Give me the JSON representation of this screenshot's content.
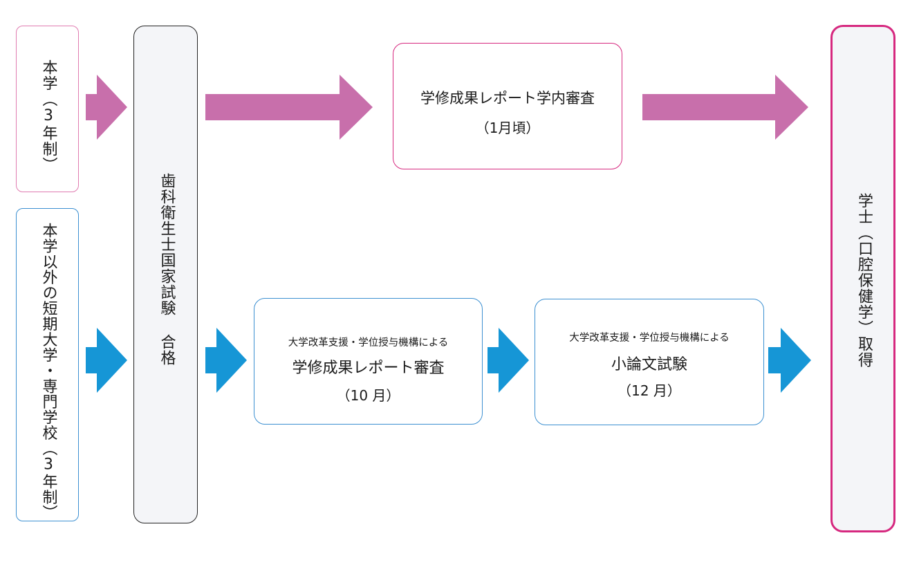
{
  "colors": {
    "pink": "#c86fab",
    "pink_border": "#d6287f",
    "blue": "#1696d6",
    "blue_border": "#3b8fd1",
    "gray_fill": "#f4f5f8",
    "dark_border": "#222222"
  },
  "left_top": {
    "label": "本学（3年制）"
  },
  "left_bottom": {
    "label": "本学以外の短期大学・専門学校（3年制）"
  },
  "center_column": {
    "label": "歯科衛生士国家試験 合格"
  },
  "top_box": {
    "title": "学修成果レポート学内審査",
    "period": "（1月頃）"
  },
  "mid_box_1": {
    "org": "大学改革支援・学位授与機構による",
    "title": "学修成果レポート審査",
    "period": "（10 月）"
  },
  "mid_box_2": {
    "org": "大学改革支援・学位授与機構による",
    "title": "小論文試験",
    "period": "（12 月）"
  },
  "right_column": {
    "label": "学士（口腔保健学）取得"
  }
}
